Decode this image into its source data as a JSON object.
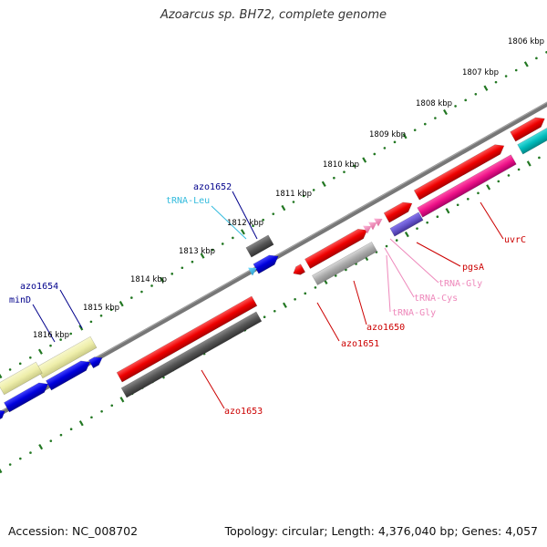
{
  "title": "Azoarcus sp. BH72, complete genome",
  "footer": {
    "accession_label": "Accession:",
    "accession": "NC_008702",
    "topology_label": "Topology:",
    "topology": "circular",
    "length_label": "Length:",
    "length": "4,376,040 bp",
    "genes_label": "Genes:",
    "genes": "4,057"
  },
  "ticks": [
    {
      "label": "1806 kbp"
    },
    {
      "label": "1807 kbp"
    },
    {
      "label": "1808 kbp"
    },
    {
      "label": "1809 kbp"
    },
    {
      "label": "1810 kbp"
    },
    {
      "label": "1811 kbp"
    },
    {
      "label": "1812 kbp"
    },
    {
      "label": "1813 kbp"
    },
    {
      "label": "1814 kbp"
    },
    {
      "label": "1815 kbp"
    },
    {
      "label": "1816 kbp"
    }
  ],
  "gene_labels": [
    {
      "text": "azo1652",
      "color": "#00008b"
    },
    {
      "text": "tRNA-Leu",
      "color": "#33bbdd"
    },
    {
      "text": "azo1654",
      "color": "#00008b"
    },
    {
      "text": "minD",
      "color": "#00008b"
    },
    {
      "text": "uvrC",
      "color": "#cc0000"
    },
    {
      "text": "pgsA",
      "color": "#cc0000"
    },
    {
      "text": "tRNA-Gly",
      "color": "#ee88bb"
    },
    {
      "text": "tRNA-Cys",
      "color": "#ee88bb"
    },
    {
      "text": "tRNA-Gly",
      "color": "#ee88bb"
    },
    {
      "text": "azo1650",
      "color": "#cc0000"
    },
    {
      "text": "azo1651",
      "color": "#cc0000"
    },
    {
      "text": "azo1653",
      "color": "#cc0000"
    }
  ],
  "colors": {
    "cds": "#ee0000",
    "trna": "#ee88bb",
    "hypothetical": "#555555",
    "gray_feature": "#aaaaaa",
    "blue_feature": "#0000dd",
    "yellow_feature": "#eeeeaa",
    "cyan_feature": "#00bbbb",
    "magenta_feature": "#ee1188",
    "purple_feature": "#6655cc",
    "backbone": "#777777",
    "tick_dots": "#227722"
  }
}
